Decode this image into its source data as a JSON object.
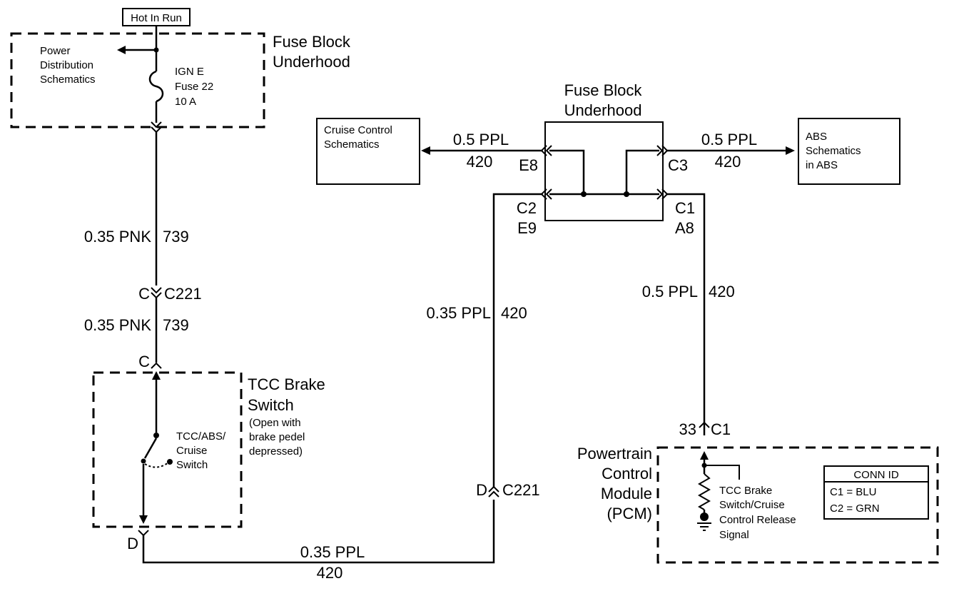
{
  "hot_in_run": "Hot In Run",
  "fuse_block_top": {
    "line1": "Fuse Block",
    "line2": "Underhood"
  },
  "power_dist": {
    "line1": "Power",
    "line2": "Distribution",
    "line3": "Schematics"
  },
  "fuse": {
    "line1": "IGN E",
    "line2": "Fuse 22",
    "line3": "10 A"
  },
  "wire_pnk": {
    "size_color": "0.35 PNK",
    "circuit": "739"
  },
  "conn_c221_upper": {
    "pin": "C",
    "name": "C221"
  },
  "switch_pin_c": "C",
  "switch_pin_d": "D",
  "tcc_switch": {
    "title1": "TCC Brake",
    "title2": "Switch",
    "note1": "(Open with",
    "note2": "brake pedel",
    "note3": "depressed)",
    "label1": "TCC/ABS/",
    "label2": "Cruise",
    "label3": "Switch"
  },
  "fuse_block_mid": {
    "line1": "Fuse Block",
    "line2": "Underhood"
  },
  "cruise_box": {
    "line1": "Cruise Control",
    "line2": "Schematics"
  },
  "abs_box": {
    "line1": "ABS",
    "line2": "Schematics",
    "line3": "in ABS"
  },
  "wire_left_top": {
    "size_color": "0.5 PPL",
    "circuit": "420"
  },
  "wire_right_top": {
    "size_color": "0.5 PPL",
    "circuit": "420"
  },
  "terminals": {
    "e8": "E8",
    "c3": "C3",
    "c2": "C2",
    "e9": "E9",
    "c1": "C1",
    "a8": "A8"
  },
  "wire_mid_left": {
    "size_color": "0.35 PPL",
    "circuit": "420"
  },
  "wire_mid_right": {
    "size_color": "0.5 PPL",
    "circuit": "420"
  },
  "conn_c221_lower": {
    "pin": "D",
    "name": "C221"
  },
  "wire_bottom": {
    "size_color": "0.35 PPL",
    "circuit": "420"
  },
  "pcm_pin": {
    "pin": "33",
    "conn": "C1"
  },
  "pcm": {
    "line1": "Powertrain",
    "line2": "Control",
    "line3": "Module",
    "line4": "(PCM)",
    "sig1": "TCC Brake",
    "sig2": "Switch/Cruise",
    "sig3": "Control Release",
    "sig4": "Signal"
  },
  "conn_id": {
    "title": "CONN ID",
    "row1": "C1 = BLU",
    "row2": "C2 = GRN"
  }
}
